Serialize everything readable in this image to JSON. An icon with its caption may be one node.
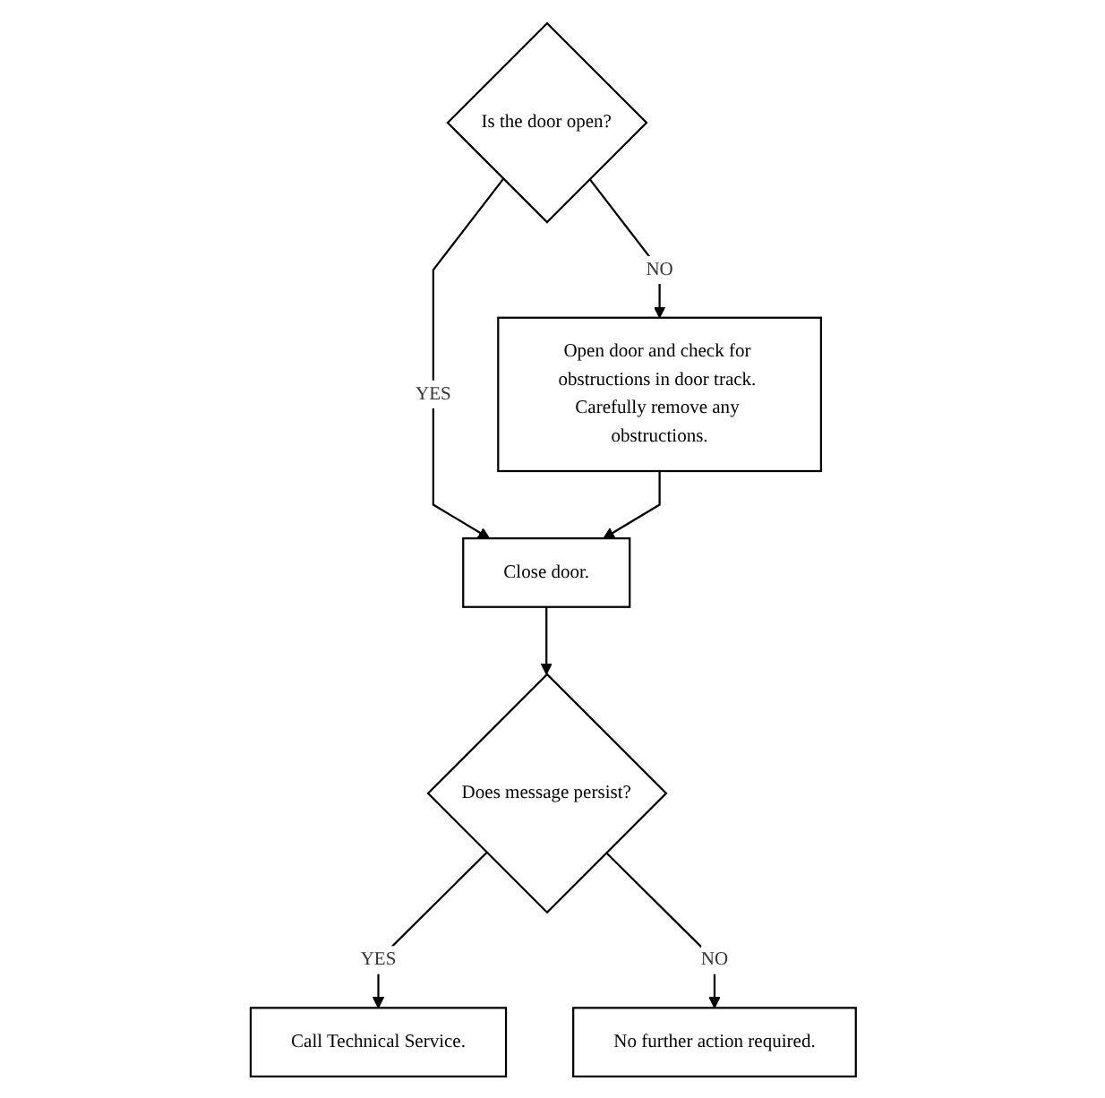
{
  "diagram": {
    "nodes": [
      {
        "text": [
          "Is the door open?"
        ]
      },
      {
        "text": [
          "Open door and check for obstructions in door track. Carefully remove any obstructions."
        ]
      },
      {
        "text": [
          "Close door."
        ]
      },
      {
        "text": [
          "Does message persist?"
        ]
      },
      {
        "text": [
          "Call Technical Service."
        ]
      },
      {
        "text": [
          "No further action required."
        ]
      }
    ],
    "edges": [
      {
        "from": 0,
        "to": 1,
        "arrow": "to",
        "label": "NO"
      },
      {
        "from": 0,
        "to": 2,
        "arrow": "to",
        "label": "YES"
      },
      {
        "from": 1,
        "to": 2,
        "arrow": "to"
      },
      {
        "from": 2,
        "to": 3,
        "arrow": "to"
      },
      {
        "from": 3,
        "to": 4,
        "arrow": "to",
        "label": "YES"
      },
      {
        "from": 3,
        "to": 5,
        "arrow": "to",
        "label": "NO"
      }
    ]
  }
}
